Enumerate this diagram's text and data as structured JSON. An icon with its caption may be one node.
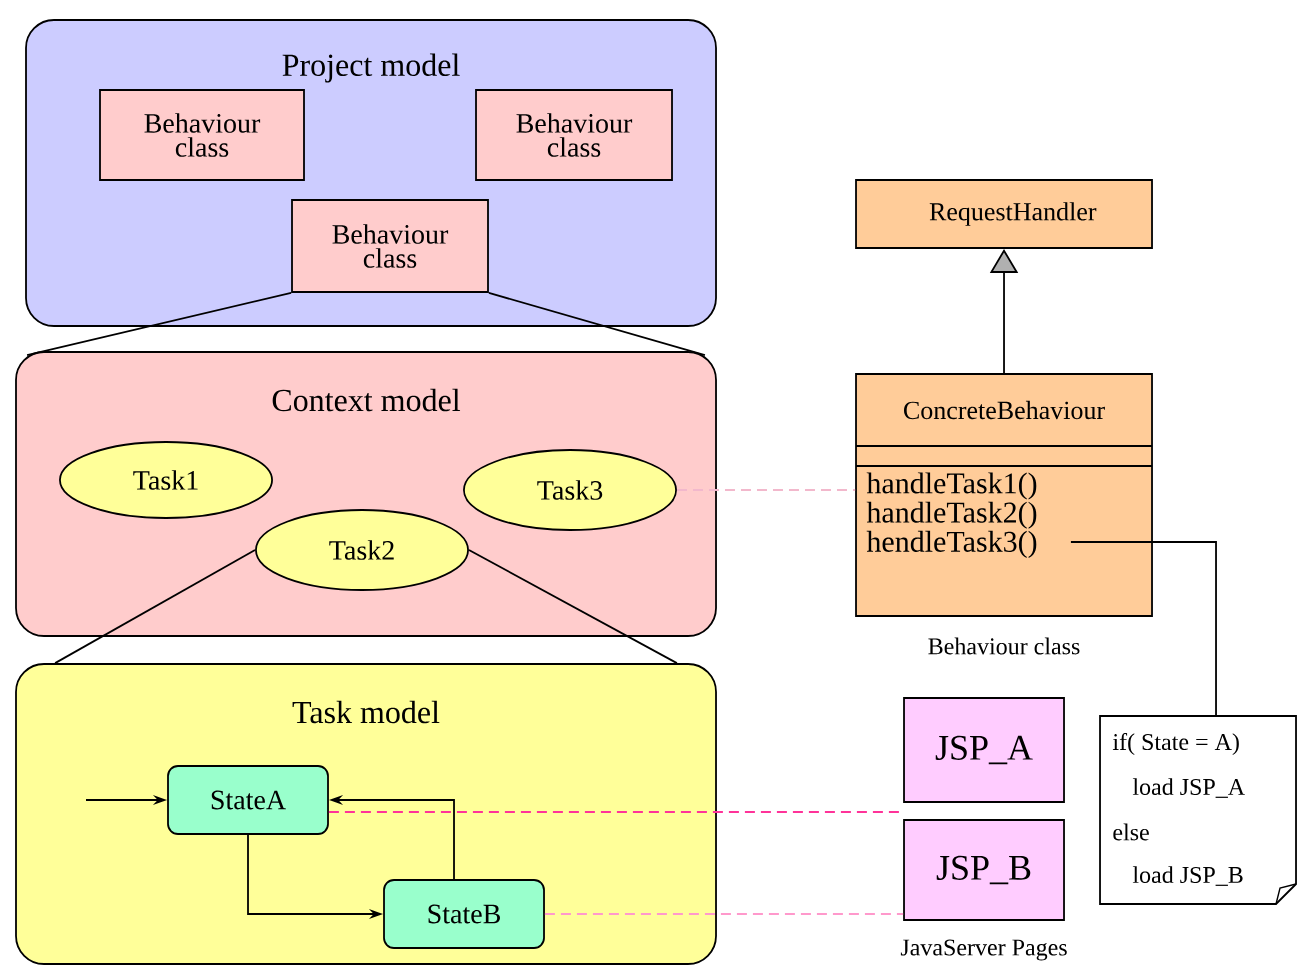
{
  "diagram": {
    "nodes": [
      {
        "text": [
          "Project model"
        ]
      },
      {
        "text": [
          "Behaviour class"
        ],
        "in": 0
      },
      {
        "text": [
          "Behaviour class"
        ],
        "in": 0
      },
      {
        "text": [
          "Behaviour class"
        ],
        "in": 0
      },
      {
        "text": [
          "Context model"
        ]
      },
      {
        "text": [
          "Task1"
        ],
        "in": 4
      },
      {
        "text": [
          "Task2"
        ],
        "in": 4
      },
      {
        "text": [
          "Task3"
        ],
        "in": 4
      },
      {
        "text": [
          "Task model"
        ]
      },
      {
        "text": [
          "StateA"
        ],
        "in": 8
      },
      {
        "text": [
          "StateB"
        ],
        "in": 8
      },
      {
        "text": [
          "RequestHandler"
        ]
      },
      {
        "text": [
          "ConcreteBehaviour",
          "handleTask1() handleTask2() hendleTask3()"
        ],
        "beside": [
          "Behaviour class"
        ]
      },
      {
        "text": [
          "JSP_A"
        ]
      },
      {
        "text": [
          "JSP_B"
        ],
        "beside": [
          "JavaServer Pages"
        ]
      },
      {
        "text": [
          "if( State = A)",
          "load JSP_A",
          "else",
          "load JSP_B"
        ]
      }
    ],
    "edges": [
      {
        "from": 3,
        "to": 4,
        "arrow": "none"
      },
      {
        "from": 3,
        "to": 4,
        "arrow": "none"
      },
      {
        "from": 6,
        "to": 8,
        "arrow": "none"
      },
      {
        "from": 6,
        "to": 8,
        "arrow": "none"
      },
      {
        "from": 12,
        "to": 11,
        "arrow": "to"
      },
      {
        "from": 7,
        "to": 12,
        "arrow": "none",
        "style": "dashed",
        "color": "#f2b8cc"
      },
      {
        "from": 9,
        "to": 13,
        "arrow": "none",
        "style": "dashed",
        "color": "#ff3399"
      },
      {
        "from": 10,
        "to": 14,
        "arrow": "none",
        "style": "dashed",
        "color": "#ff99cc"
      },
      {
        "from": null,
        "to": 9,
        "arrow": "to"
      },
      {
        "from": 9,
        "to": 10,
        "arrow": "to"
      },
      {
        "from": 10,
        "to": 9,
        "arrow": "to"
      },
      {
        "from": 12,
        "to": 15,
        "arrow": "none"
      }
    ]
  }
}
